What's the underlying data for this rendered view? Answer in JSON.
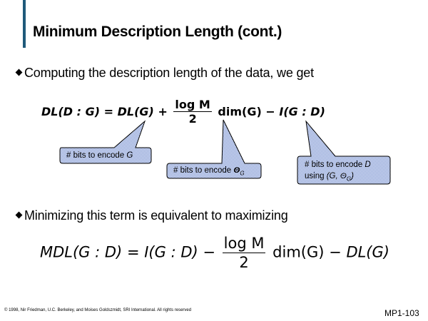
{
  "slide": {
    "title": "Minimum Description Length (cont.)",
    "accent_color": "#1f5a7a",
    "bullets": [
      {
        "text": "Computing the description length of the data, we get"
      },
      {
        "text": "Minimizing this term is equivalent to maximizing"
      }
    ],
    "equation1": {
      "lhs": "DL(D : G)",
      "equals": "=",
      "term1": "DL(G)",
      "op1": "+",
      "frac_num": "log M",
      "frac_den": "2",
      "term2": "dim(G)",
      "op2": "−",
      "term3": "I(G : D)"
    },
    "callouts": [
      {
        "text": "# bits to encode",
        "var": "G"
      },
      {
        "text": "# bits to encode",
        "var": "Θ",
        "sub": "G"
      },
      {
        "line1_text": "# bits to encode",
        "line1_var": "D",
        "line2_text": "using",
        "line2_var": "(G, Θ",
        "line2_sub": "G",
        "line2_end": ")"
      }
    ],
    "callout_fill": "#a8bde8",
    "equation2": {
      "lhs": "MDL(G : D)",
      "equals": "=",
      "term1": "I(G : D)",
      "op1": "−",
      "frac_num": "log M",
      "frac_den": "2",
      "term2": "dim(G)",
      "op2": "−",
      "term3": "DL(G)"
    },
    "footer": "© 1998, Nir Friedman, U.C. Berkeley, and Moises Goldszmidt, SRI International. All rights reserved",
    "page_number": "MP1-103"
  }
}
